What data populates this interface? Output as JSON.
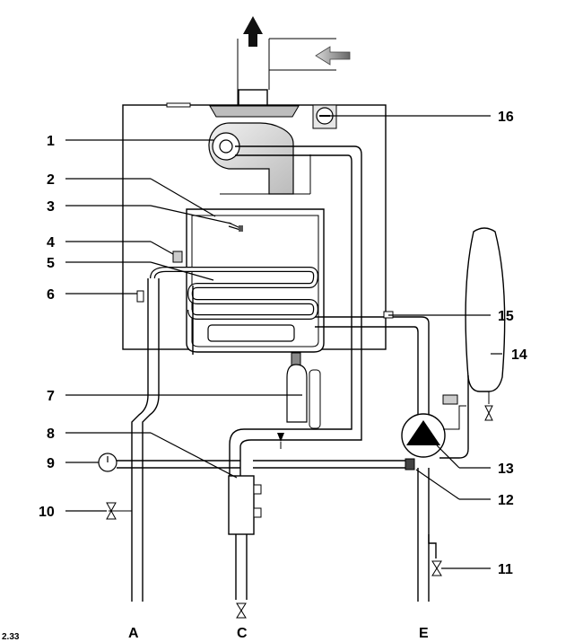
{
  "callouts": [
    {
      "id": "1",
      "text": "1"
    },
    {
      "id": "2",
      "text": "2"
    },
    {
      "id": "3",
      "text": "3"
    },
    {
      "id": "4",
      "text": "4"
    },
    {
      "id": "5",
      "text": "5"
    },
    {
      "id": "6",
      "text": "6"
    },
    {
      "id": "7",
      "text": "7"
    },
    {
      "id": "8",
      "text": "8"
    },
    {
      "id": "9",
      "text": "9"
    },
    {
      "id": "10",
      "text": "10"
    },
    {
      "id": "11",
      "text": "11"
    },
    {
      "id": "12",
      "text": "12"
    },
    {
      "id": "13",
      "text": "13"
    },
    {
      "id": "14",
      "text": "14"
    },
    {
      "id": "15",
      "text": "15"
    },
    {
      "id": "16",
      "text": "16"
    }
  ],
  "connections": {
    "a": "A",
    "c": "C",
    "e": "E"
  },
  "figure_code": "2.33"
}
